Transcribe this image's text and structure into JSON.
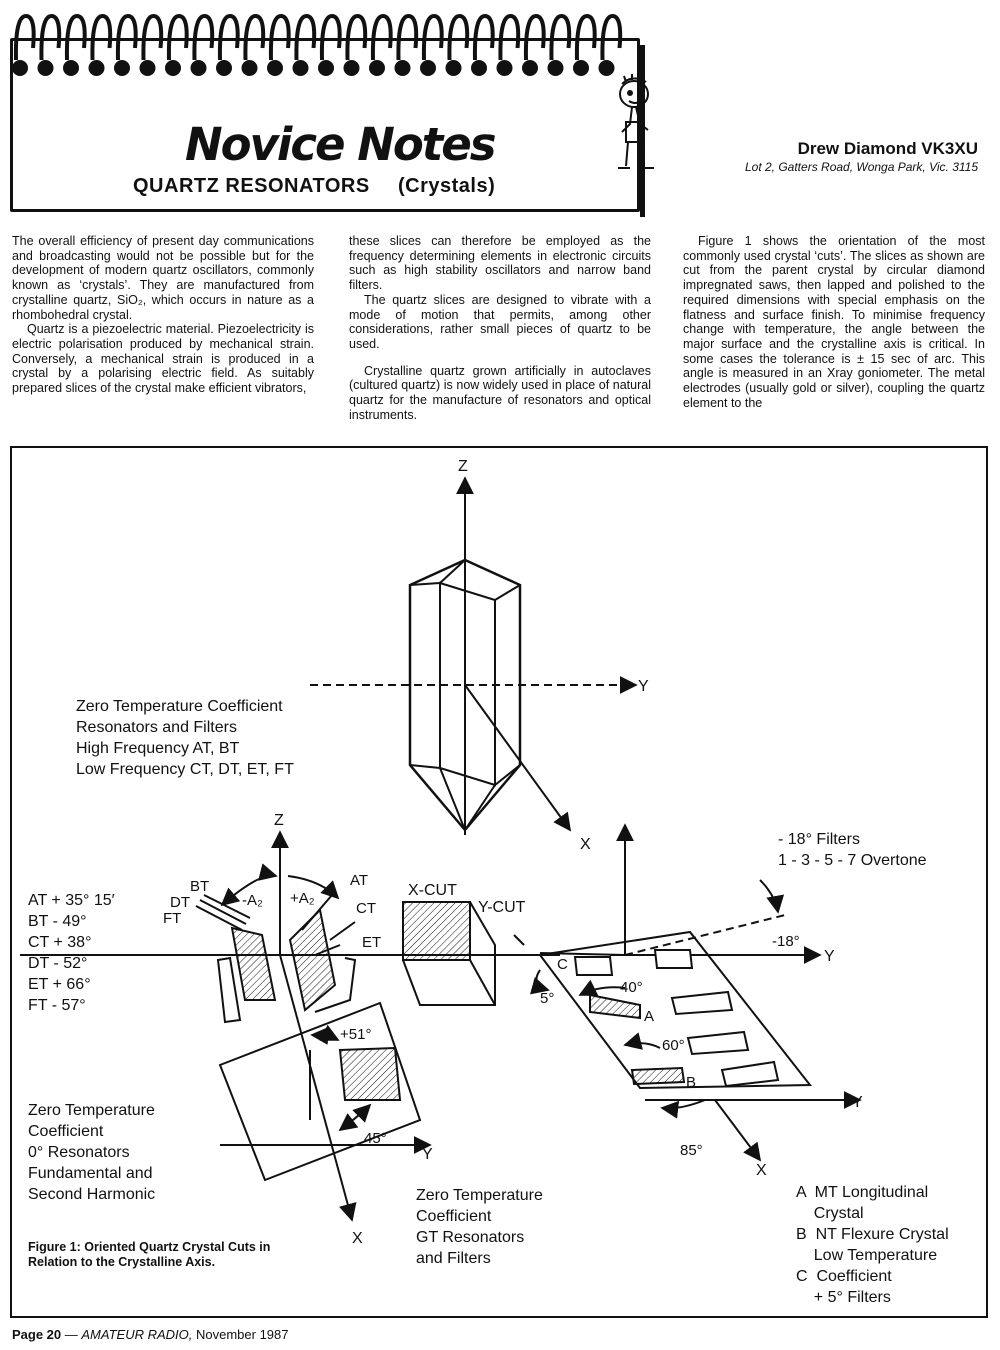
{
  "header": {
    "series_title": "Novice Notes",
    "article_title": "QUARTZ RESONATORS",
    "article_subtitle": "(Crystals)",
    "author_name": "Drew Diamond VK3XU",
    "author_address": "Lot 2, Gatters Road, Wonga Park, Vic. 3115"
  },
  "body": {
    "col1": [
      "The overall efficiency of present day communications and broadcasting would not be possible but for the development of modern quartz oscillators, commonly known as ‘crystals’. They are manufactured from crystalline quartz, SiO₂, which occurs in nature as a rhombohedral crystal.",
      "Quartz is a piezoelectric material. Piezoelectricity is electric polarisation produced by mechanical strain. Conversely, a mechanical strain is produced in a crystal by a polarising electric field. As suitably prepared slices of the crystal make efficient vibrators,"
    ],
    "col2": [
      "these slices can therefore be employed as the frequency determining elements in electronic circuits such as high stability oscillators and narrow band filters.",
      "The quartz slices are designed to vibrate with a mode of motion that permits, among other considerations, rather small pieces of quartz to be used.",
      "Crystalline quartz grown artificially in autoclaves (cultured quartz) is now widely used in place of natural quartz for the manufacture of resonators and optical instruments."
    ],
    "col3": [
      "Figure 1 shows the orientation of the most commonly used crystal ‘cuts’. The slices as shown are cut from the parent crystal by circular diamond impregnated saws, then lapped and polished to the required dimensions with special emphasis on the flatness and surface finish. To minimise frequency change with temperature, the angle between the major surface and the crystalline axis is critical. In some cases the tolerance is ± 15 sec of arc. This angle is measured in an Xray goniometer. The metal electrodes (usually gold or silver), coupling the quartz element to the"
    ]
  },
  "figure": {
    "axis_z_top": "Z",
    "axis_y_top": "Y",
    "axis_x_top": "X",
    "block_high_low": [
      "Zero Temperature Coefficient",
      "Resonators and Filters",
      "High Frequency AT, BT",
      "Low Frequency CT, DT, ET, FT"
    ],
    "cuts_list": [
      "AT + 35° 15′",
      "BT - 49°",
      "CT + 38°",
      "DT - 52°",
      "ET + 66°",
      "FT - 57°"
    ],
    "left_z": "Z",
    "left_x": "X",
    "left_y": "Y",
    "cut_labels": {
      "bt": "BT",
      "dt": "DT",
      "ft": "FT",
      "at": "AT",
      "ct": "CT",
      "et": "ET",
      "minus_a2": "-A₂",
      "plus_a2": "+A₂"
    },
    "angle_51": "+51°",
    "angle_45": "45°",
    "angle_5": "5°",
    "angle_40": "40°",
    "angle_60": "60°",
    "angle_85": "85°",
    "angle_minus18": "-18°",
    "xcut": "X-CUT",
    "ycut": "Y-CUT",
    "block_zero_0": [
      "Zero Temperature",
      "Coefficient",
      "0° Resonators",
      "Fundamental and",
      "Second Harmonic"
    ],
    "block_gt": [
      "Zero Temperature",
      "Coefficient",
      "GT Resonators",
      "and Filters"
    ],
    "filters_18": [
      "- 18° Filters",
      "1 - 3 - 5 - 7 Overtone"
    ],
    "right_y_upper": "Y",
    "right_y_lower": "Y",
    "right_x": "X",
    "marker_a": "A",
    "marker_b": "B",
    "marker_c": "C",
    "legend": [
      "A  MT Longitudinal",
      "    Crystal",
      "B  NT Flexure Crystal",
      "    Low Temperature",
      "C  Coefficient",
      "    + 5° Filters"
    ],
    "caption": [
      "Figure 1: Oriented Quartz Crystal Cuts in",
      "Relation to the Crystalline Axis."
    ]
  },
  "footer": {
    "page": "Page 20",
    "dash": " — ",
    "magazine": "AMATEUR RADIO,",
    "date": " November 1987"
  }
}
